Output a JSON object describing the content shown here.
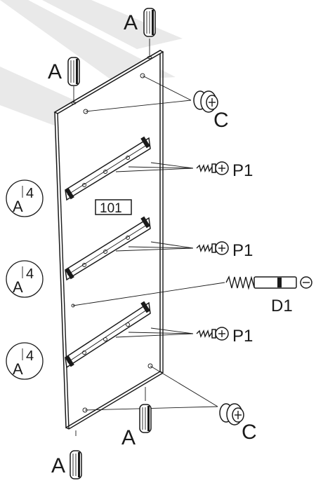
{
  "labels": {
    "dowel": "A",
    "cam_lock": "C",
    "screw": "P1",
    "dowel_bolt": "D1",
    "panel_number": "101",
    "step_badge_top": "4",
    "step_badge_bottom": "A"
  },
  "colors": {
    "line": "#1a1a1a",
    "watermark": "#e9e9e9",
    "background": "#ffffff"
  },
  "icons": [
    "dowel-icon",
    "cam-lock-icon",
    "screw-icon",
    "dowel-bolt-icon",
    "drawer-runner-icon"
  ]
}
